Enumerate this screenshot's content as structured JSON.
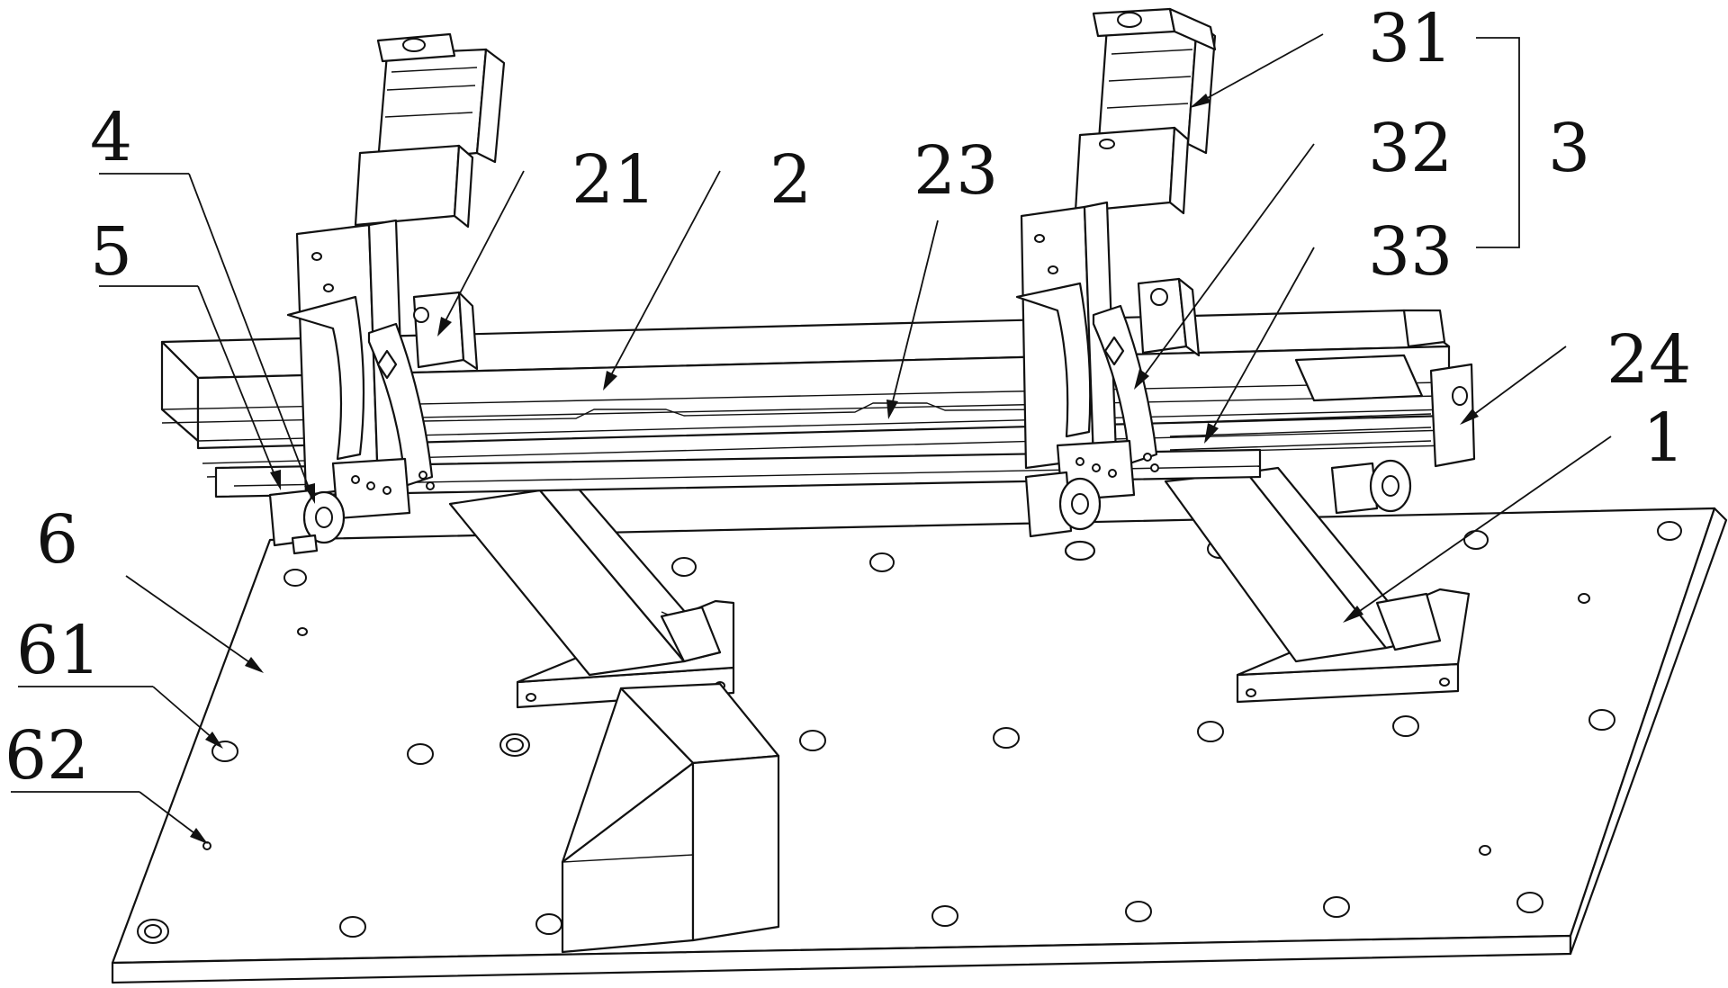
{
  "figure": {
    "labels": {
      "l31": "31",
      "l3": "3",
      "l32": "32",
      "l33": "33",
      "l24": "24",
      "l1": "1",
      "l4": "4",
      "l5": "5",
      "l21": "21",
      "l2": "2",
      "l23": "23",
      "l6": "6",
      "l61": "61",
      "l62": "62"
    }
  }
}
